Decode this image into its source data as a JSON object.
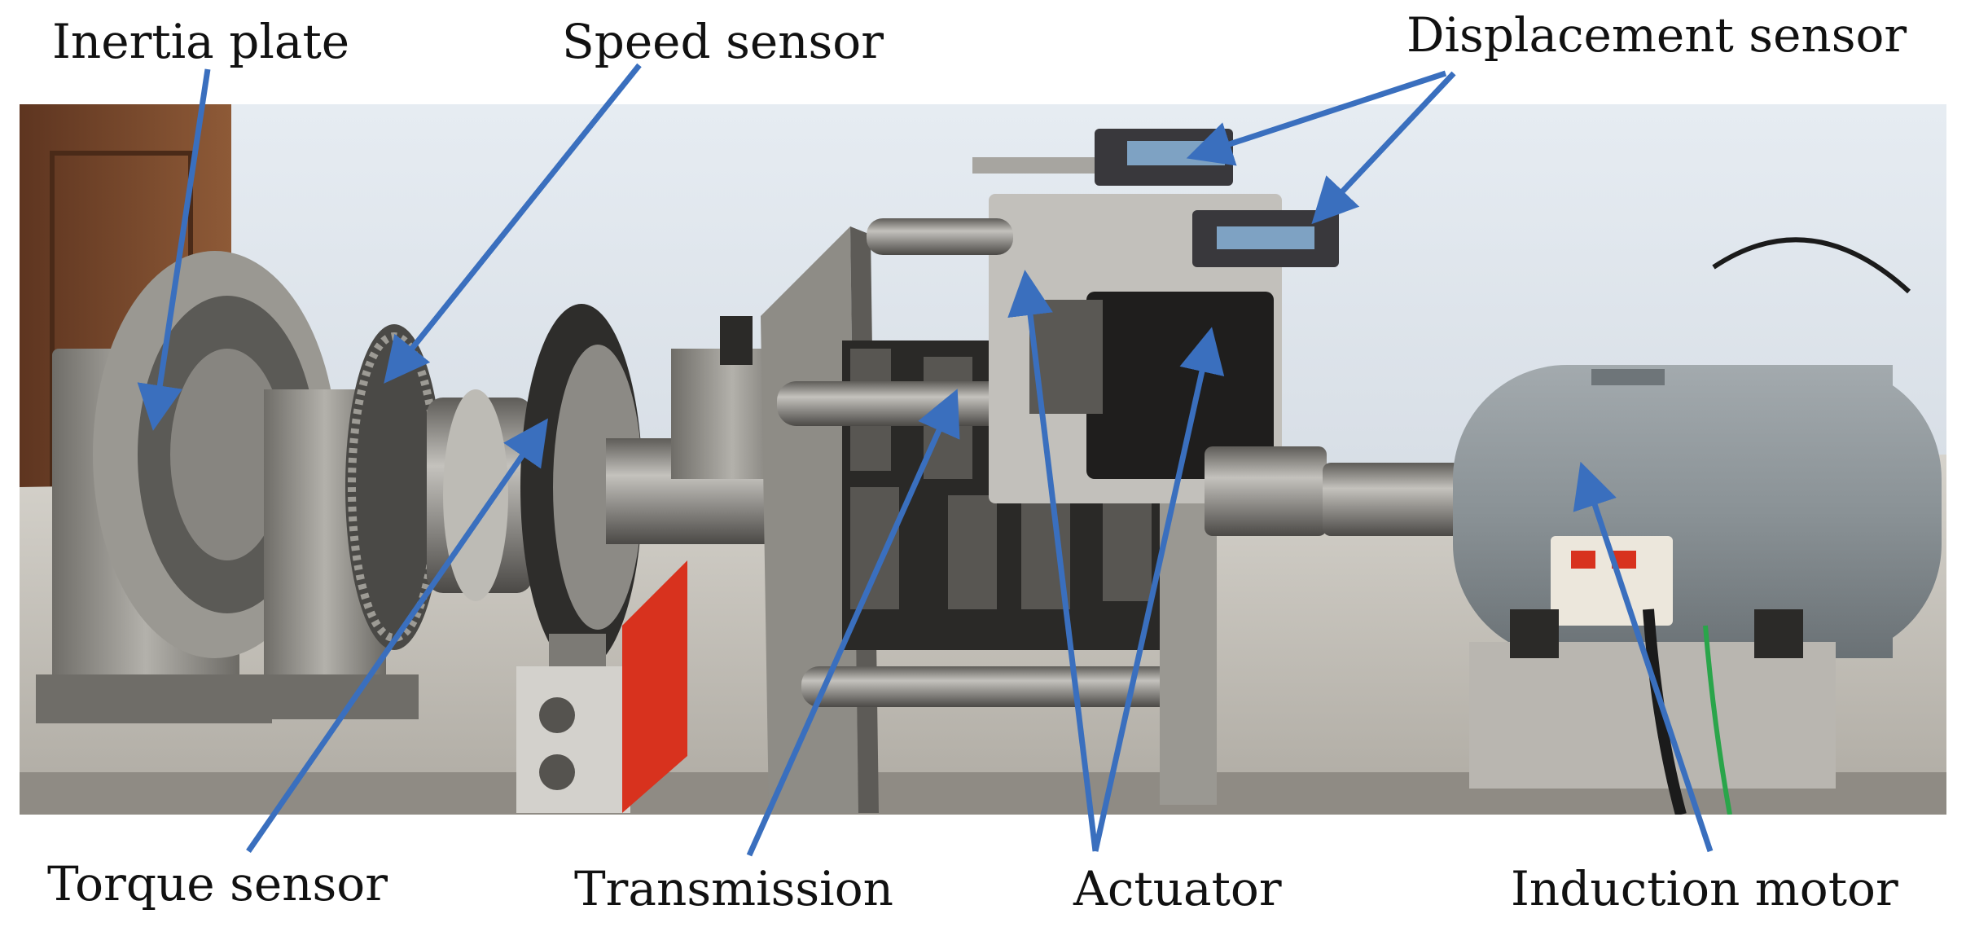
{
  "labels": {
    "inertia_plate": "Inertia plate",
    "speed_sensor": "Speed sensor",
    "displacement_sensor": "Displacement sensor",
    "torque_sensor": "Torque sensor",
    "transmission": "Transmission",
    "actuator": "Actuator",
    "induction_motor": "Induction motor"
  },
  "colors": {
    "arrow": "#3a6fbe",
    "label_text": "#111111",
    "wall": "#dfe6ee",
    "bench": "#c9c6bf",
    "steel": "#8d8b86",
    "dark_steel": "#3c3b39",
    "motor": "#8e9599",
    "wood": "#7a4a2c",
    "red_block": "#d8321e"
  }
}
